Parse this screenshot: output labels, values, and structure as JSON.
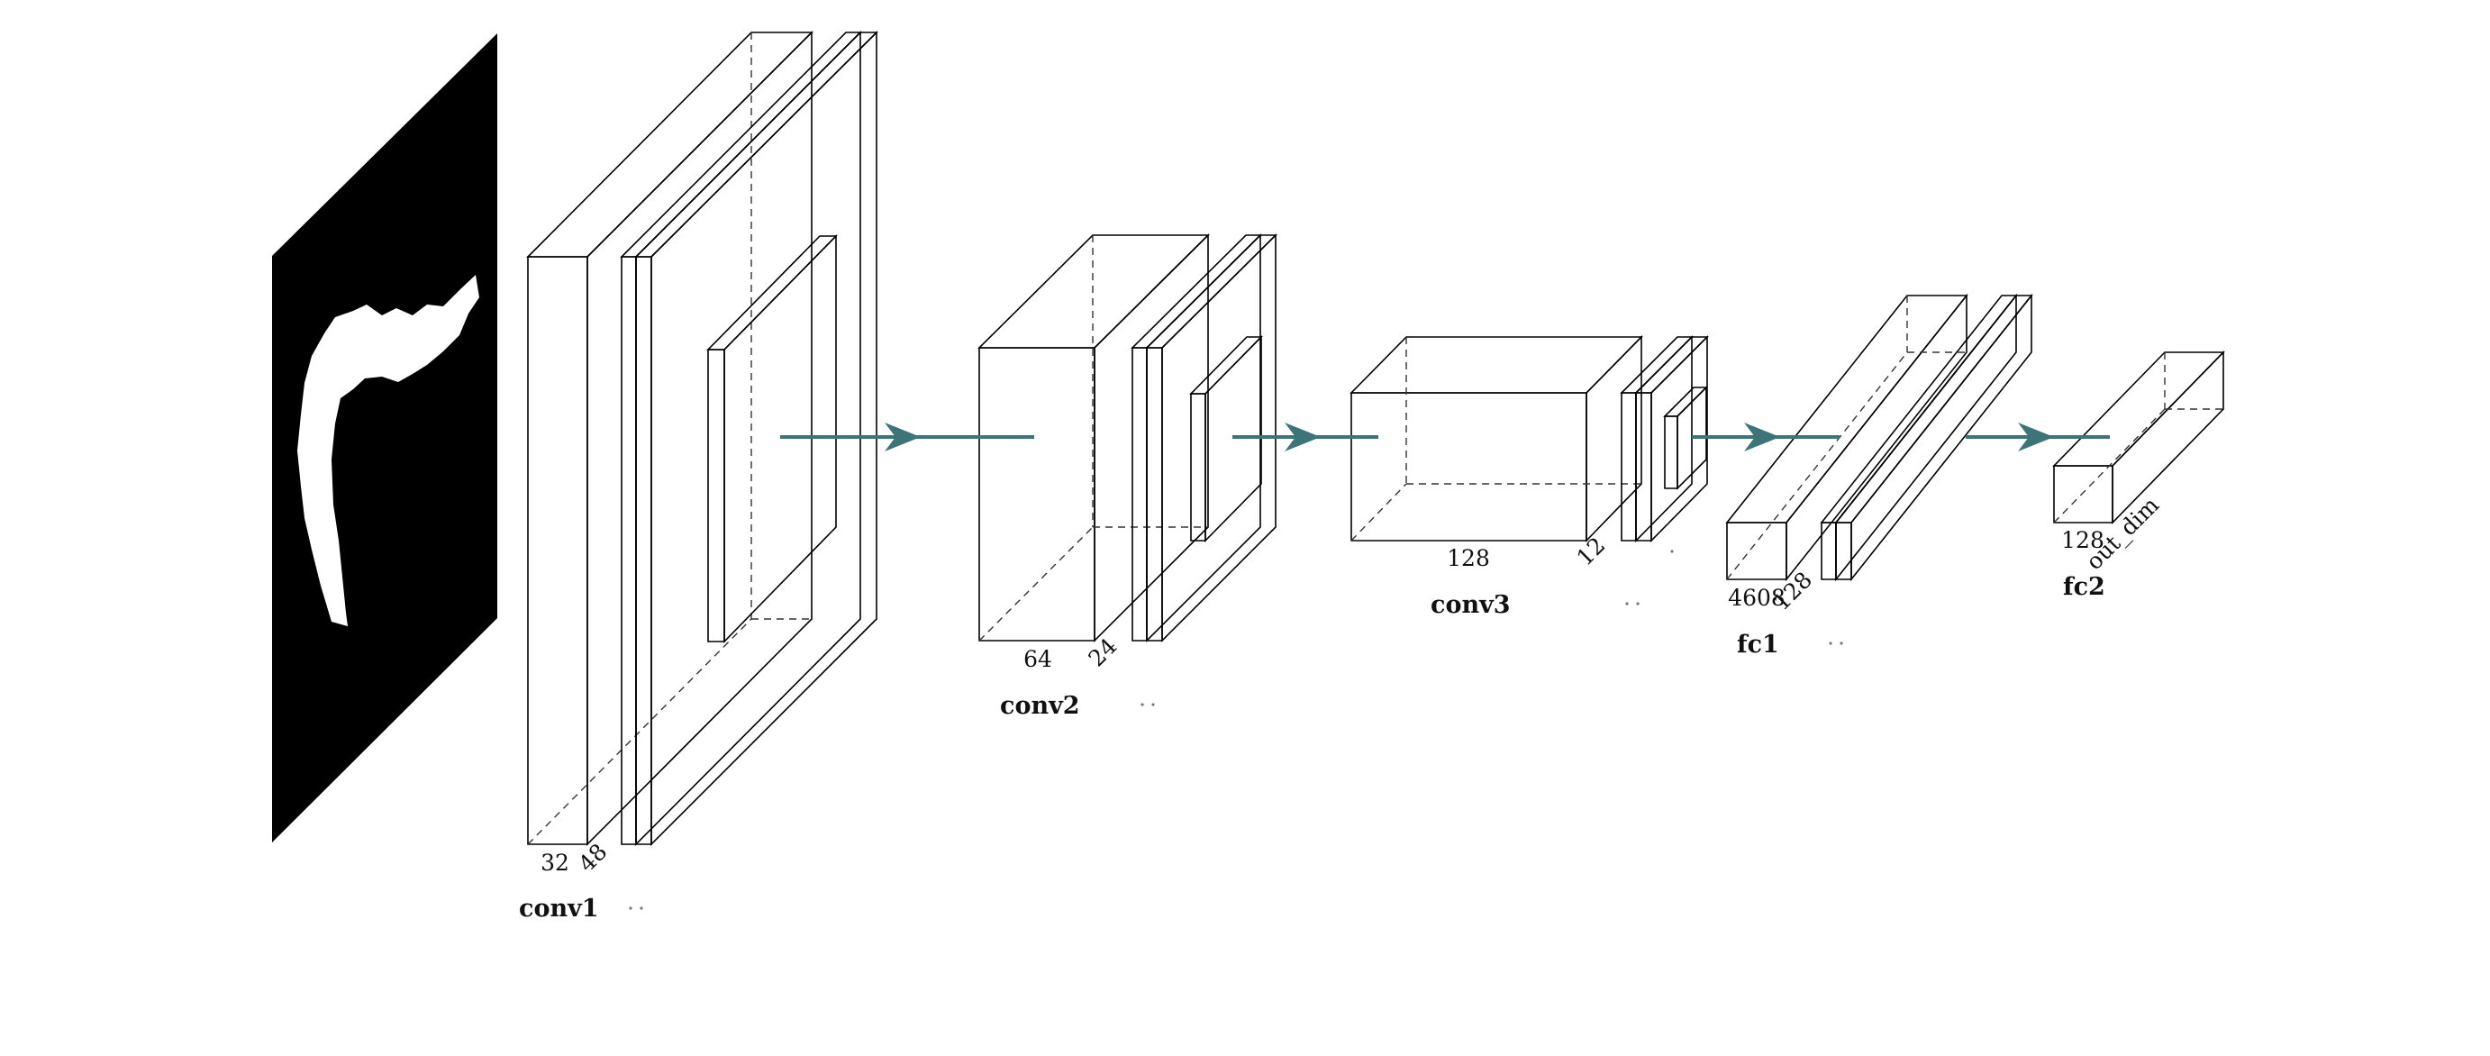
{
  "diagram": {
    "colors": {
      "conv": "#FDE9BE",
      "relu": "#D9AE7A",
      "pool": "#7FA6D1",
      "softmax": "#A03C3E",
      "fc": "#D9C6EE",
      "fc_relu": "#7FDB8F",
      "arrow": "#3C7478",
      "input": "#000000",
      "digit": "#FFFFFF"
    },
    "layers": [
      {
        "name": "conv1",
        "label_a": "32",
        "label_b": "48"
      },
      {
        "name": "conv2",
        "label_a": "64",
        "label_b": "24"
      },
      {
        "name": "conv3",
        "label_a": "128",
        "label_b": "12"
      },
      {
        "name": "fc1",
        "label_a": "4608",
        "label_b": "128"
      },
      {
        "name": "fc2",
        "label_a": "128",
        "label_b": "out_dim"
      }
    ],
    "arrows": [
      {
        "from": "conv1",
        "to": "conv2"
      },
      {
        "from": "conv2",
        "to": "conv3"
      },
      {
        "from": "conv3",
        "to": "fc1"
      },
      {
        "from": "fc1",
        "to": "fc2"
      }
    ]
  }
}
